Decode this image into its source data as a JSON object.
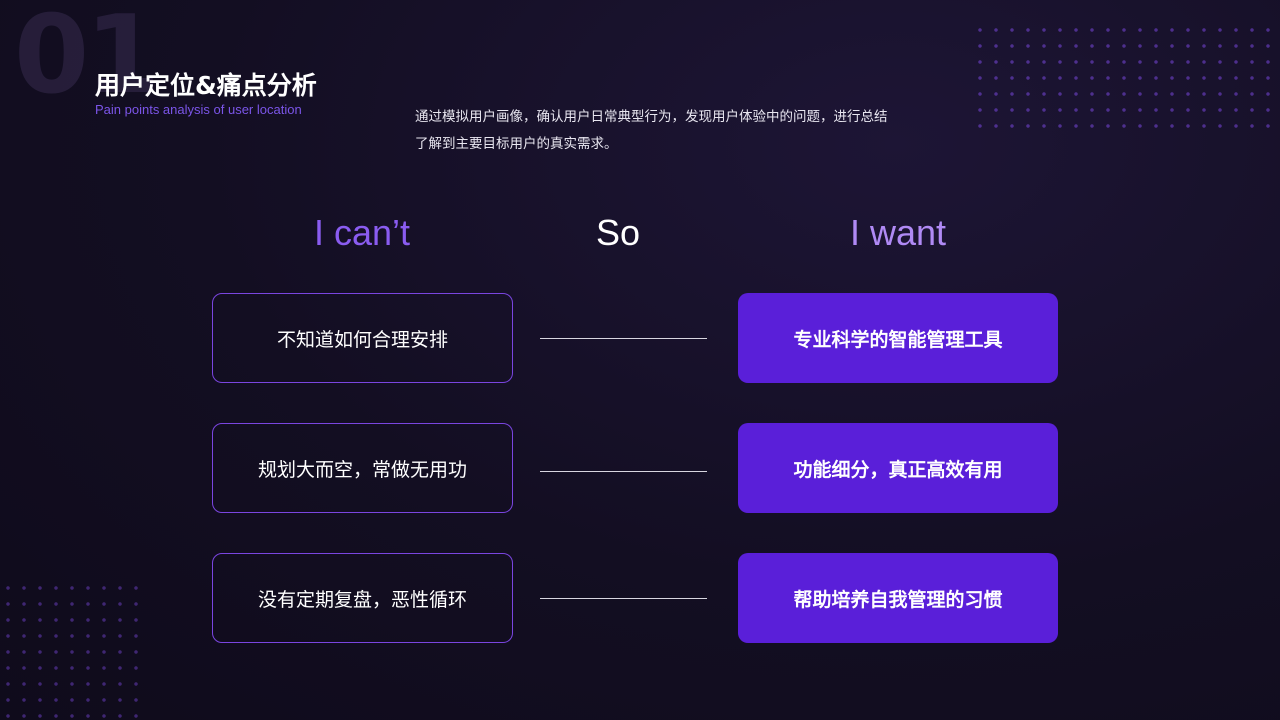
{
  "header": {
    "section_number": "01",
    "title": "用户定位&痛点分析",
    "subtitle": "Pain points analysis of user location",
    "description_lines": [
      "通过模拟用户画像，确认用户日常典型行为，发现用户体验中的问题，进行总结",
      "了解到主要目标用户的真实需求。"
    ]
  },
  "columns": {
    "cant": "I can’t",
    "so": "So",
    "want": "I want"
  },
  "rows": [
    {
      "cant": "不知道如何合理安排",
      "want": "专业科学的智能管理工具"
    },
    {
      "cant": "规划大而空，常做无用功",
      "want": "功能细分，真正高效有用"
    },
    {
      "cant": "没有定期复盘，恶性循环",
      "want": "帮助培养自我管理的习惯"
    }
  ],
  "colors": {
    "accent": "#5a1fd9",
    "accent_light": "#8a5cf0",
    "background": "#130e22"
  }
}
